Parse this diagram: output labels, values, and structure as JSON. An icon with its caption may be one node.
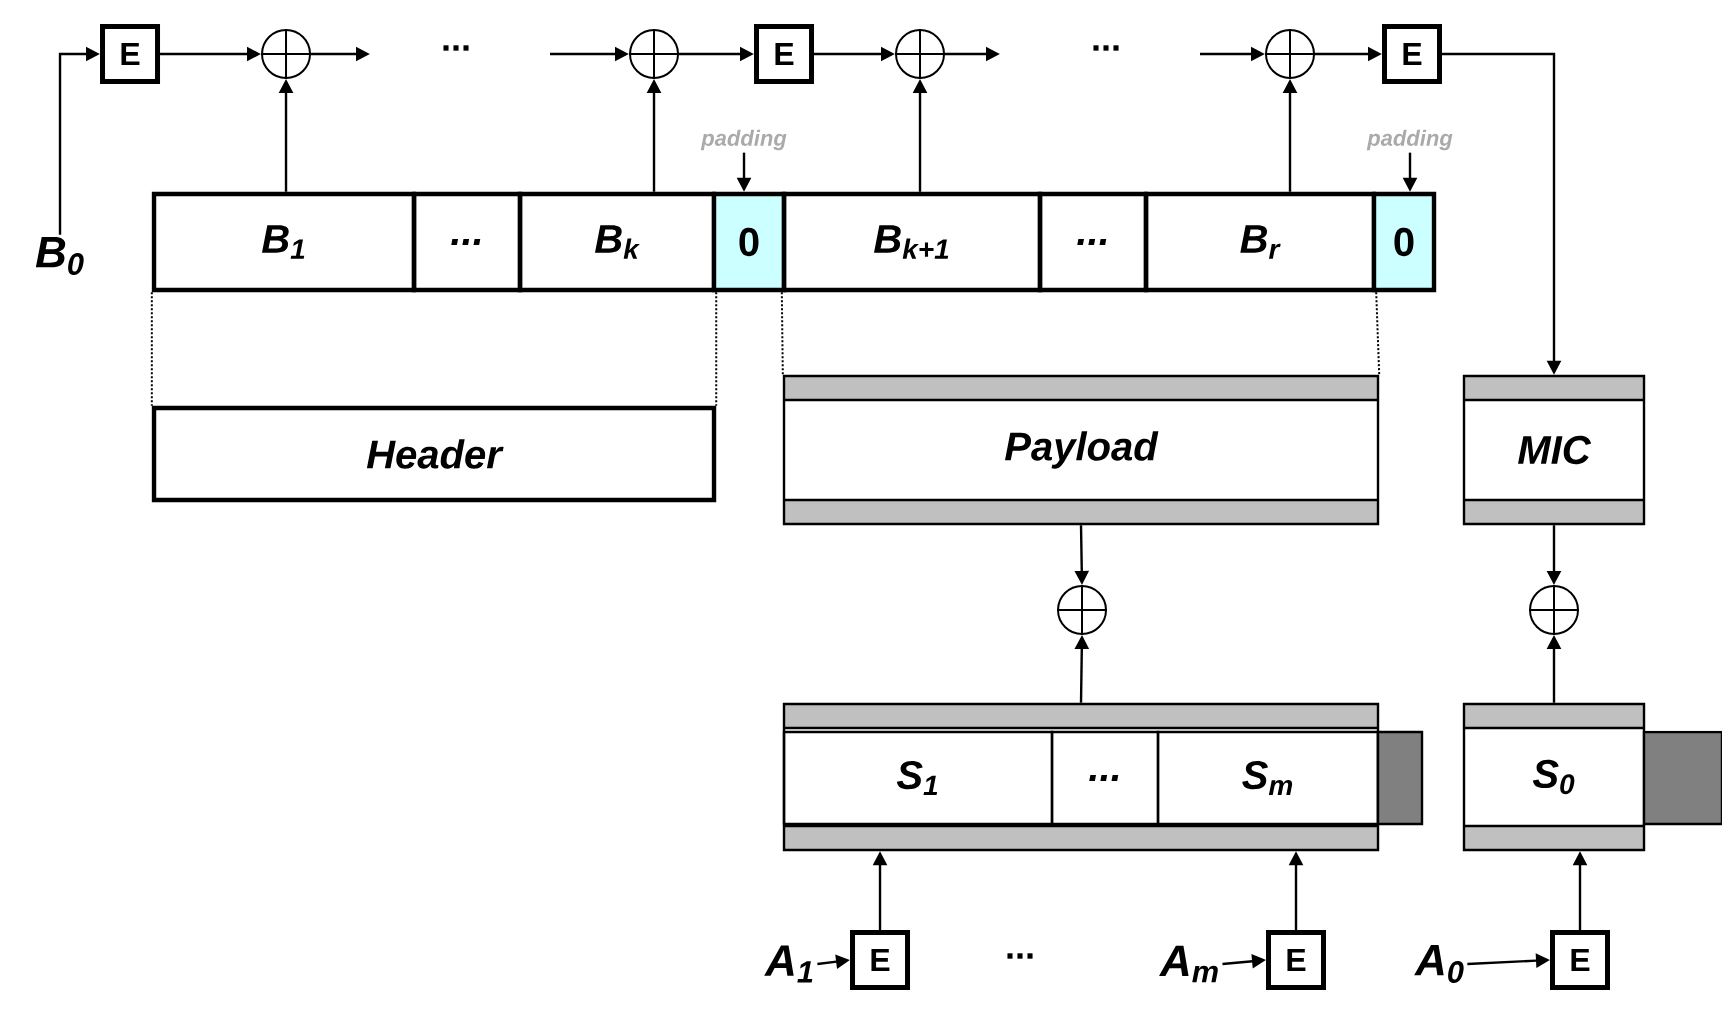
{
  "diagram": {
    "nodes": [
      {
        "text": [
          "B$_{0}$"
        ]
      },
      {
        "text": [
          "E"
        ]
      },
      {
        "text": [],
        "shape": "circle"
      },
      {
        "text": [],
        "shape": "circle"
      },
      {
        "text": [
          "E"
        ]
      },
      {
        "text": [],
        "shape": "circle"
      },
      {
        "text": [],
        "shape": "circle"
      },
      {
        "text": [
          "E"
        ]
      },
      {
        "text": [
          "padding"
        ]
      },
      {
        "text": [
          "padding"
        ]
      },
      {
        "text": [
          "B$_{1}$"
        ]
      },
      {
        "text": [
          "..."
        ]
      },
      {
        "text": [
          "B$_{k}$"
        ]
      },
      {
        "text": [
          "0"
        ]
      },
      {
        "text": [
          "B$_{k+1}$"
        ]
      },
      {
        "text": [
          "..."
        ]
      },
      {
        "text": [
          "B$_{r}$"
        ]
      },
      {
        "text": [
          "0"
        ]
      },
      {
        "text": [
          "Header"
        ]
      },
      {
        "text": [
          "Payload"
        ]
      },
      {
        "text": [
          "MIC"
        ]
      },
      {
        "text": [],
        "shape": "circle"
      },
      {
        "text": [],
        "shape": "circle"
      },
      {
        "text": [],
        "shape": "bar"
      },
      {
        "text": [
          "S$_{1}$"
        ],
        "in": 23
      },
      {
        "text": [
          "..."
        ],
        "in": 23
      },
      {
        "text": [
          "S$_{m}$"
        ],
        "in": 23
      },
      {
        "text": [
          "S$_{0}$"
        ]
      },
      {
        "text": [
          "A$_{1}$"
        ]
      },
      {
        "text": [
          "E"
        ]
      },
      {
        "text": [
          "A$_{m}$"
        ]
      },
      {
        "text": [
          "E"
        ]
      },
      {
        "text": [
          "A$_{0}$"
        ]
      },
      {
        "text": [
          "E"
        ]
      }
    ],
    "edges": [
      {
        "from": 0,
        "to": 1,
        "arrow": "to"
      },
      {
        "from": 1,
        "to": 2,
        "arrow": "to"
      },
      {
        "from": 2,
        "to": null,
        "arrow": "to"
      },
      {
        "from": null,
        "to": 3,
        "arrow": "to"
      },
      {
        "from": 10,
        "to": 2,
        "arrow": "to"
      },
      {
        "from": 12,
        "to": 3,
        "arrow": "to"
      },
      {
        "from": 3,
        "to": 4,
        "arrow": "to"
      },
      {
        "from": 4,
        "to": 5,
        "arrow": "to"
      },
      {
        "from": 5,
        "to": null,
        "arrow": "to"
      },
      {
        "from": null,
        "to": 6,
        "arrow": "to"
      },
      {
        "from": 14,
        "to": 5,
        "arrow": "to"
      },
      {
        "from": 16,
        "to": 6,
        "arrow": "to"
      },
      {
        "from": 6,
        "to": 7,
        "arrow": "to"
      },
      {
        "from": 7,
        "to": 20,
        "arrow": "to"
      },
      {
        "from": 8,
        "to": 13,
        "arrow": "to"
      },
      {
        "from": 9,
        "to": 17,
        "arrow": "to"
      },
      {
        "from": 19,
        "to": 21,
        "arrow": "to"
      },
      {
        "from": 23,
        "to": 21,
        "arrow": "to"
      },
      {
        "from": 20,
        "to": 22,
        "arrow": "to"
      },
      {
        "from": 27,
        "to": 22,
        "arrow": "to"
      },
      {
        "from": 28,
        "to": 29,
        "arrow": "to"
      },
      {
        "from": 29,
        "to": 23,
        "arrow": "to"
      },
      {
        "from": 30,
        "to": 31,
        "arrow": "to"
      },
      {
        "from": 31,
        "to": 23,
        "arrow": "to"
      },
      {
        "from": 32,
        "to": 33,
        "arrow": "to"
      },
      {
        "from": 33,
        "to": 27,
        "arrow": "to"
      },
      {
        "from": 10,
        "to": 18,
        "arrow": "none",
        "style": "dashed"
      },
      {
        "from": 12,
        "to": 18,
        "arrow": "none",
        "style": "dashed"
      },
      {
        "from": 14,
        "to": 19,
        "arrow": "none",
        "style": "dashed"
      },
      {
        "from": 16,
        "to": 19,
        "arrow": "none",
        "style": "dashed"
      }
    ],
    "labels": [
      "...",
      "...",
      "..."
    ]
  }
}
